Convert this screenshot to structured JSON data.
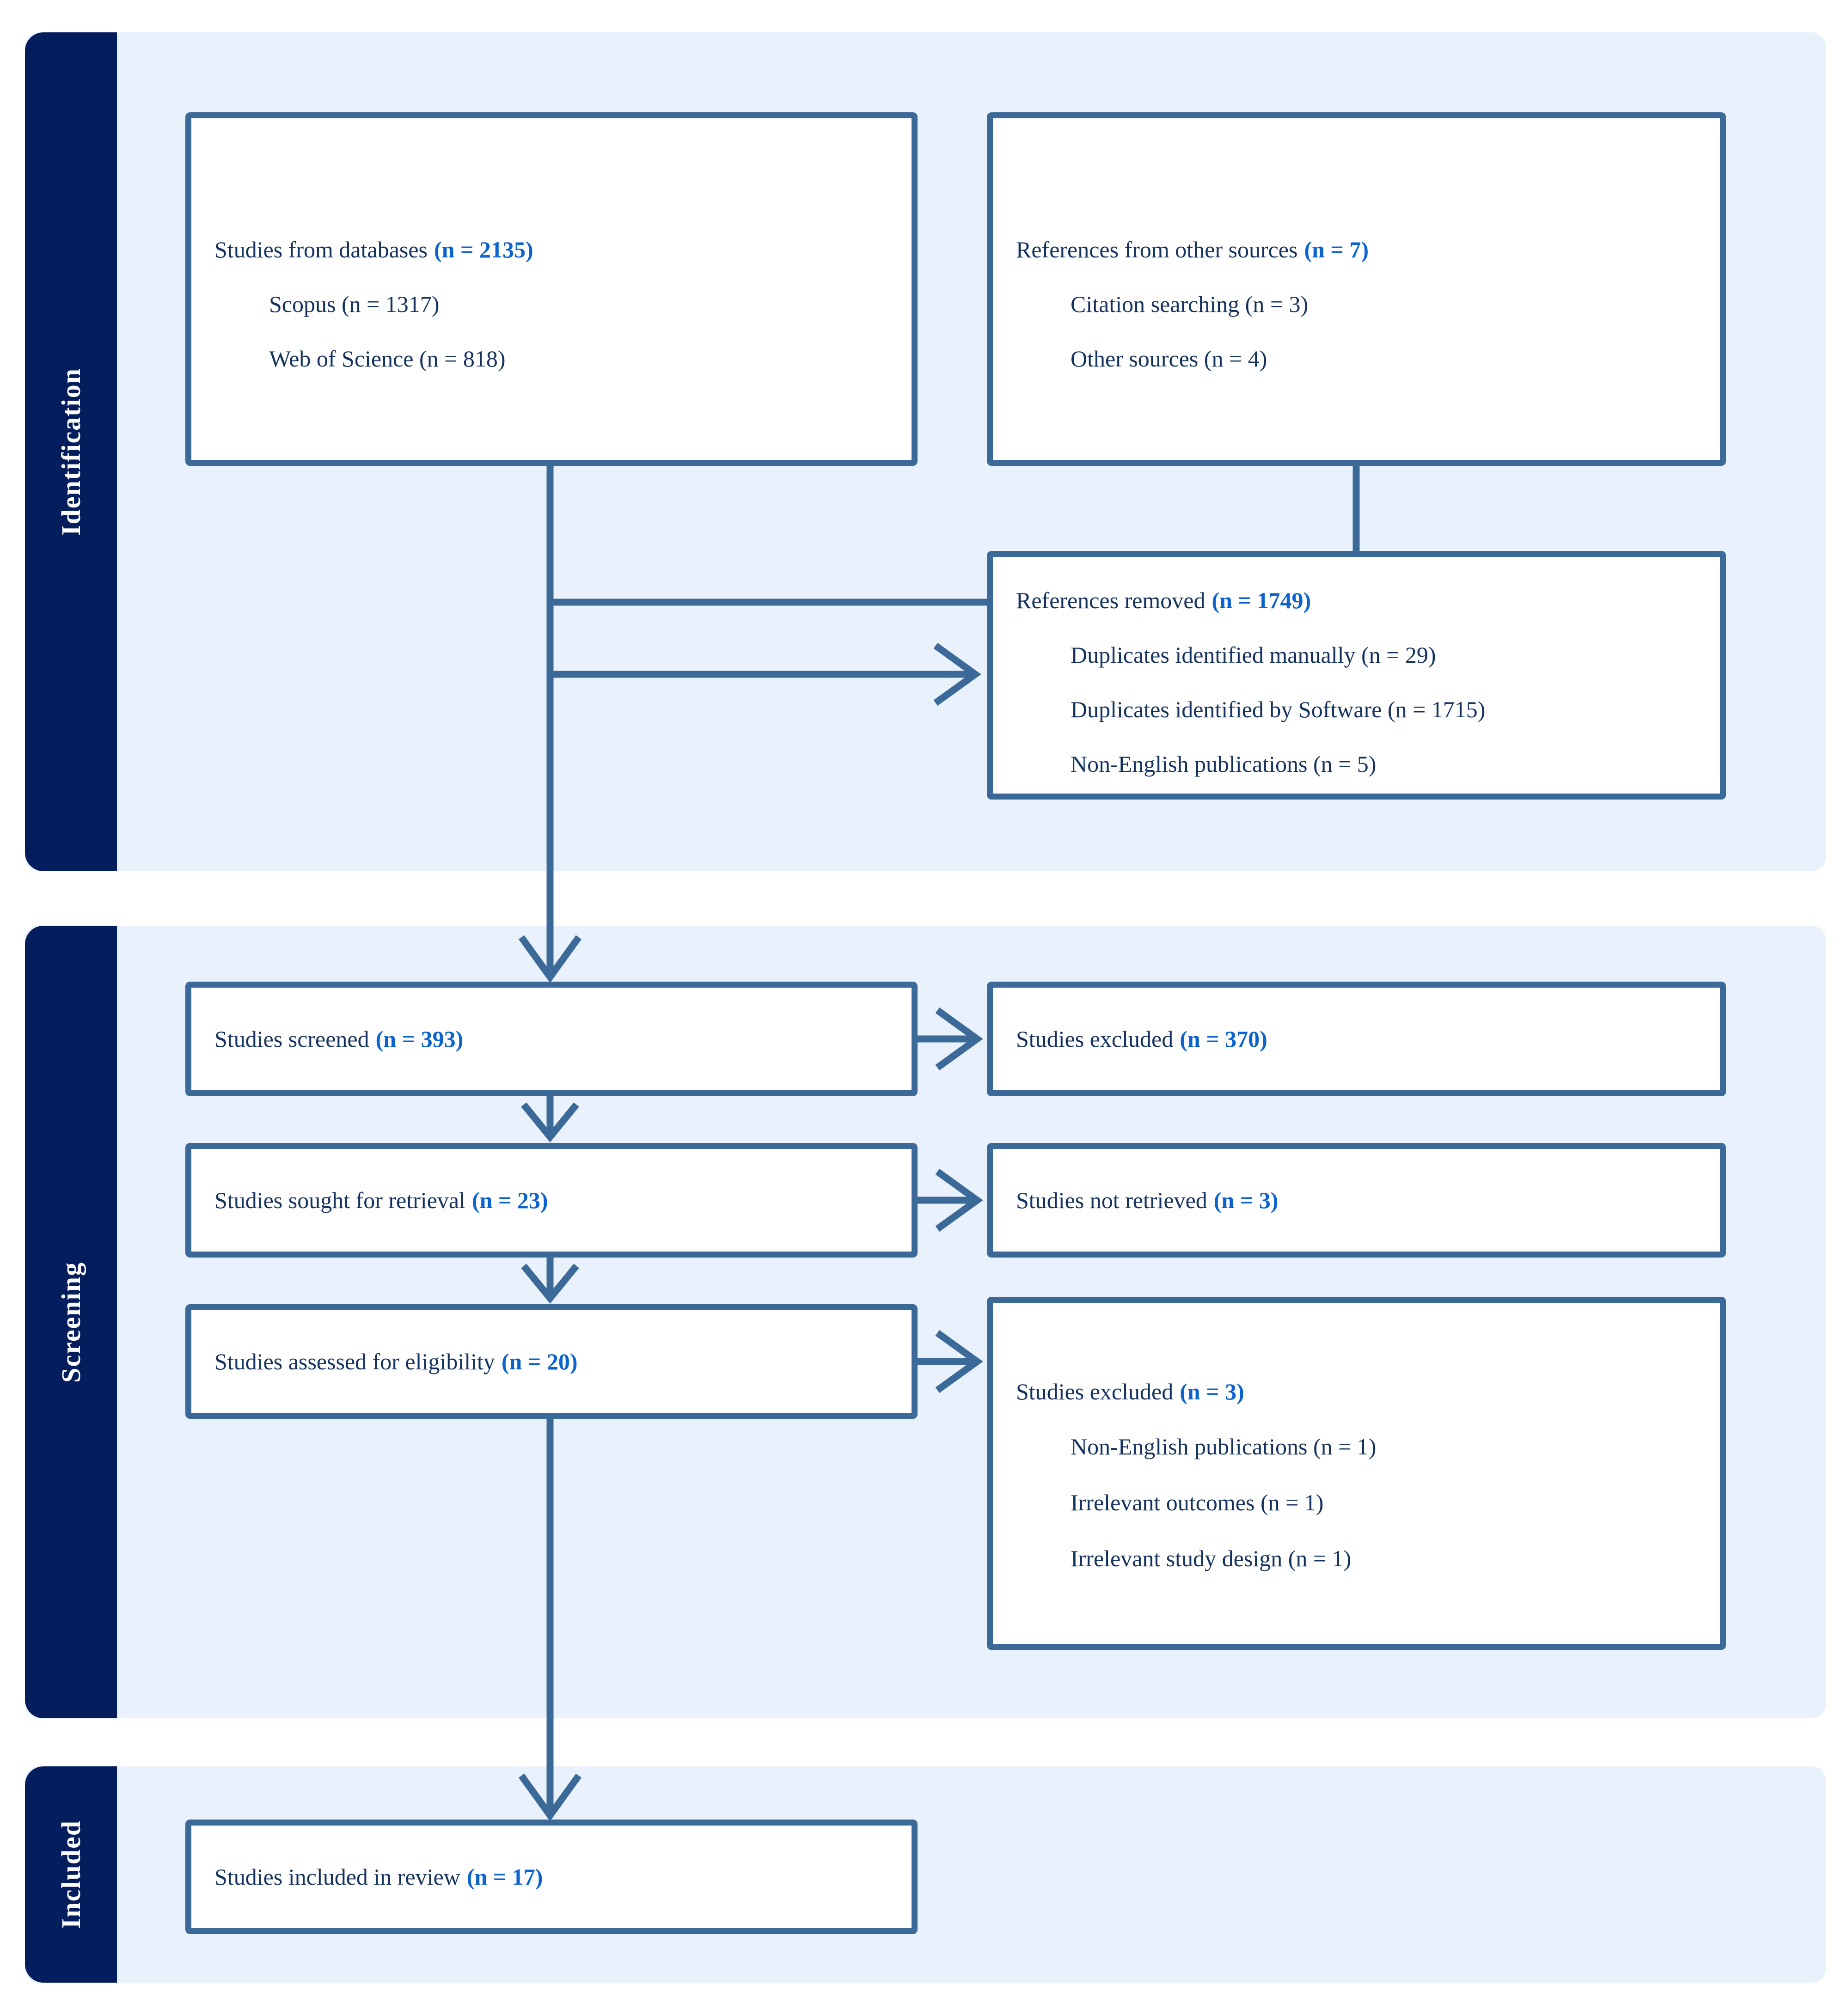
{
  "sections": [
    {
      "label": "Identification"
    },
    {
      "label": "Screening"
    },
    {
      "label": "Included"
    }
  ],
  "boxes": {
    "databases": {
      "title": "Studies from databases",
      "count": "(n = 2135)",
      "items": [
        "Scopus (n = 1317)",
        "Web of Science (n = 818)"
      ]
    },
    "other_sources": {
      "title": "References from other sources",
      "count": "(n = 7)",
      "items": [
        "Citation searching (n = 3)",
        "Other sources (n = 4)"
      ]
    },
    "references_removed": {
      "title": "References removed",
      "count": "(n = 1749)",
      "items": [
        "Duplicates identified manually (n = 29)",
        "Duplicates identified by Software (n = 1715)",
        "Non-English publications (n = 5)"
      ]
    },
    "screened": {
      "title": "Studies screened",
      "count": "(n = 393)"
    },
    "excluded_1": {
      "title": "Studies excluded",
      "count": "(n = 370)"
    },
    "sought": {
      "title": "Studies sought for retrieval",
      "count": "(n = 23)"
    },
    "not_retrieved": {
      "title": "Studies not retrieved",
      "count": "(n = 3)"
    },
    "assessed": {
      "title": "Studies assessed for eligibility",
      "count": "(n = 20)"
    },
    "excluded_2": {
      "title": "Studies excluded",
      "count": "(n = 3)",
      "items": [
        "Non-English publications (n = 1)",
        "Irrelevant outcomes (n = 1)",
        "Irrelevant study design (n = 1)"
      ]
    },
    "included": {
      "title": "Studies included in review",
      "count": "(n = 17)"
    }
  },
  "colors": {
    "navy": "#041d5c",
    "panel": "#e9f1fc",
    "line": "#3c6a98",
    "ink": "#15325f",
    "count": "#0b63cf",
    "boxbg": "#ffffff"
  }
}
